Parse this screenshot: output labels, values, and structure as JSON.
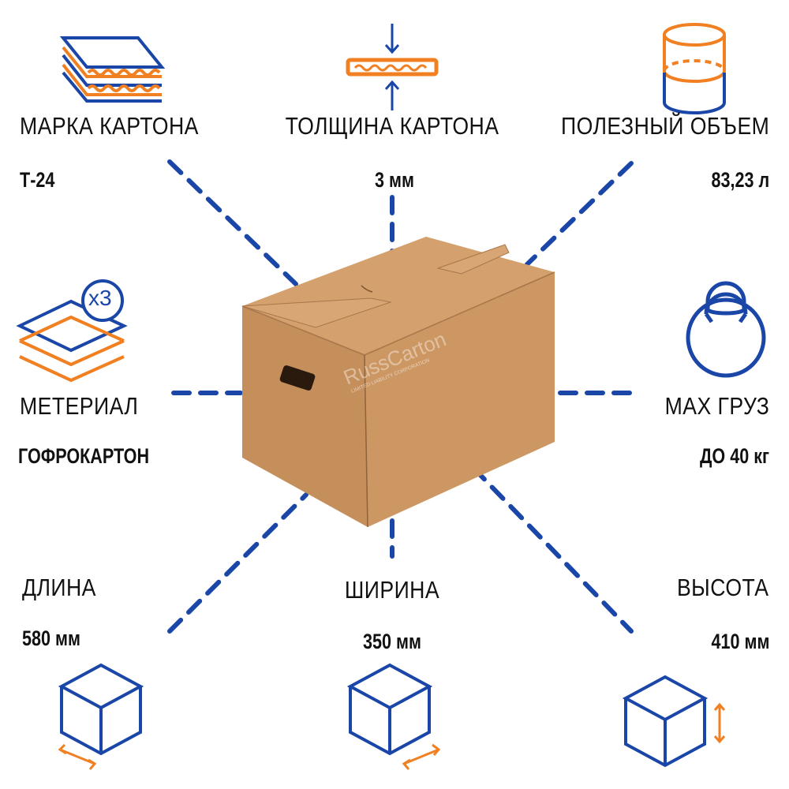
{
  "colors": {
    "blue": "#1a46a8",
    "orange": "#f08022",
    "cardboard": "#c8935f"
  },
  "brand_watermark": "RussCarton",
  "brand_watermark_sub": "LIMITED LIABILITY CORPORATION",
  "specs": {
    "grade": {
      "label": "МАРКА КАРТОНА",
      "value": "Т-24",
      "icon": "corrugated-layers-icon"
    },
    "thickness": {
      "label": "ТОЛЩИНА КАРТОНА",
      "value": "3 мм",
      "icon": "thickness-arrows-icon"
    },
    "volume": {
      "label": "ПОЛЕЗНЫЙ ОБЪЕМ",
      "value": "83,23 л",
      "icon": "cylinder-volume-icon"
    },
    "material": {
      "label": "МЕТЕРИАЛ",
      "value": "ГОФРОКАРТОН",
      "icon": "sheets-x3-icon",
      "badge": "x3"
    },
    "max_load": {
      "label": "MAX ГРУЗ",
      "value": "ДО 40 кг",
      "icon": "kettlebell-icon"
    },
    "length": {
      "label": "ДЛИНА",
      "value": "580 мм",
      "icon": "cube-length-icon"
    },
    "width": {
      "label": "ШИРИНА",
      "value": "350 мм",
      "icon": "cube-width-icon"
    },
    "height": {
      "label": "ВЫСОТА",
      "value": "410 мм",
      "icon": "cube-height-icon"
    }
  }
}
